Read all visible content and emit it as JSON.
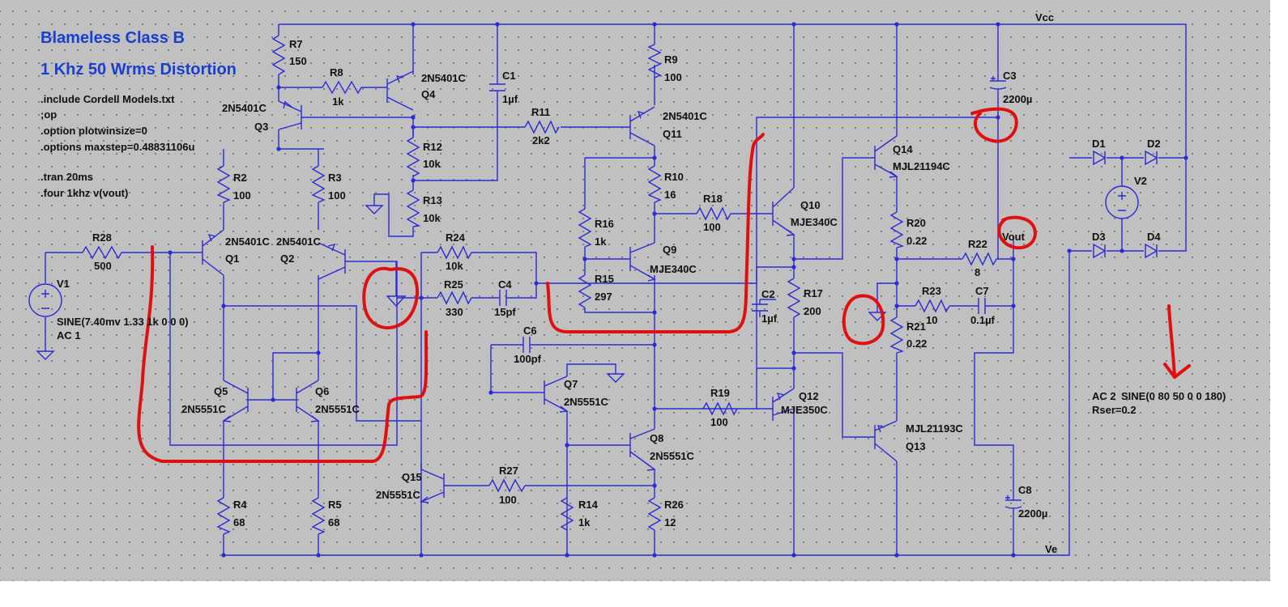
{
  "title": {
    "line1": "Blameless Class B",
    "line2": "1 Khz 50 Wrms Distortion"
  },
  "directives": [
    ".include Cordell Models.txt",
    ";op",
    ".option plotwinsize=0",
    ".options maxstep=0.48831106u",
    ".tran 20ms",
    ".four 1khz v(vout)"
  ],
  "nets": {
    "vcc": "Vcc",
    "ve": "Ve",
    "vout": "Vout"
  },
  "sources": {
    "v1": {
      "name": "V1",
      "value": "SINE(7.40mv 1.33 1k 0 0 0)",
      "ac": "AC 1"
    },
    "v2": {
      "name": "V2",
      "value": "SINE(0 80 50 0 0 180)",
      "ac": "AC 2",
      "rser": "Rser=0.2"
    }
  },
  "resistors": [
    {
      "name": "R7",
      "value": "150"
    },
    {
      "name": "R8",
      "value": "1k"
    },
    {
      "name": "R9",
      "value": "100"
    },
    {
      "name": "R11",
      "value": "2k2"
    },
    {
      "name": "R12",
      "value": "10k"
    },
    {
      "name": "R13",
      "value": "10k"
    },
    {
      "name": "R2",
      "value": "100"
    },
    {
      "name": "R3",
      "value": "100"
    },
    {
      "name": "R10",
      "value": "16"
    },
    {
      "name": "R18",
      "value": "100"
    },
    {
      "name": "R16",
      "value": "1k"
    },
    {
      "name": "R15",
      "value": "297"
    },
    {
      "name": "R28",
      "value": "500"
    },
    {
      "name": "R24",
      "value": "10k"
    },
    {
      "name": "R25",
      "value": "330"
    },
    {
      "name": "R17",
      "value": "200"
    },
    {
      "name": "R20",
      "value": "0.22"
    },
    {
      "name": "R22",
      "value": "8"
    },
    {
      "name": "R23",
      "value": "10"
    },
    {
      "name": "R21",
      "value": "0.22"
    },
    {
      "name": "R19",
      "value": "100"
    },
    {
      "name": "R27",
      "value": "100"
    },
    {
      "name": "R14",
      "value": "1k"
    },
    {
      "name": "R26",
      "value": "12"
    },
    {
      "name": "R4",
      "value": "68"
    },
    {
      "name": "R5",
      "value": "68"
    }
  ],
  "capacitors": [
    {
      "name": "C1",
      "value": "1µf"
    },
    {
      "name": "C3",
      "value": "2200µ"
    },
    {
      "name": "C4",
      "value": "15pf"
    },
    {
      "name": "C2",
      "value": "1µf"
    },
    {
      "name": "C7",
      "value": "0.1µf"
    },
    {
      "name": "C6",
      "value": "100pf"
    },
    {
      "name": "C8",
      "value": "2200µ"
    }
  ],
  "transistors": [
    {
      "name": "Q3",
      "model": "2N5401C"
    },
    {
      "name": "Q4",
      "model": "2N5401C"
    },
    {
      "name": "Q11",
      "model": "2N5401C"
    },
    {
      "name": "Q1",
      "model": "2N5401C"
    },
    {
      "name": "Q2",
      "model": "2N5401C"
    },
    {
      "name": "Q9",
      "model": "MJE340C"
    },
    {
      "name": "Q10",
      "model": "MJE340C"
    },
    {
      "name": "Q14",
      "model": "MJL21194C"
    },
    {
      "name": "Q5",
      "model": "2N5551C"
    },
    {
      "name": "Q6",
      "model": "2N5551C"
    },
    {
      "name": "Q7",
      "model": "2N5551C"
    },
    {
      "name": "Q12",
      "model": "MJE350C"
    },
    {
      "name": "Q8",
      "model": "2N5551C"
    },
    {
      "name": "Q13",
      "model": "MJL21193C"
    },
    {
      "name": "Q15",
      "model": "2N5551C"
    }
  ],
  "diodes": [
    "D1",
    "D2",
    "D3",
    "D4"
  ]
}
